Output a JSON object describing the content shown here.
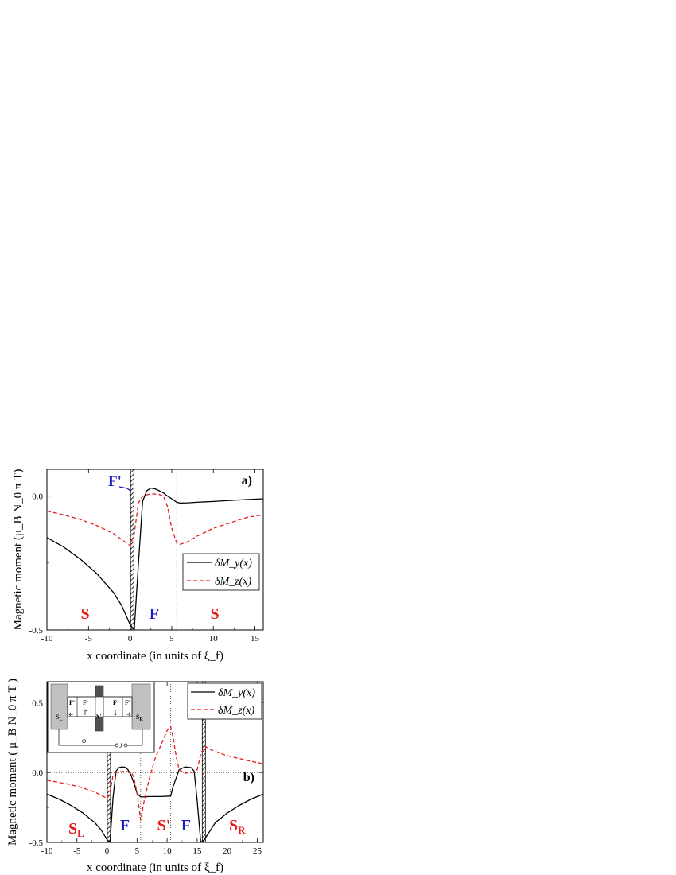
{
  "chart_data": [
    {
      "type": "line",
      "panel_label": "a)",
      "xlabel": "x coordinate (in units of ξ_f)",
      "ylabel": "Magnetic moment (μ_B N_0 π T)",
      "xlim": [
        -10,
        16
      ],
      "ylim": [
        -0.5,
        0.1
      ],
      "xticks": [
        -10,
        -5,
        0,
        5,
        10,
        15
      ],
      "xtick_labels": [
        "-10",
        "-5",
        "0",
        "5",
        "10",
        "15"
      ],
      "yticks": [
        0.0,
        -0.5
      ],
      "ytick_labels": [
        "0.0",
        "-0.5"
      ],
      "hatched_barriers": [
        [
          0.05,
          0.45
        ]
      ],
      "dotted_vertical_lines": [
        5.6
      ],
      "dotted_zero_line": true,
      "legend_position": "center-right",
      "region_labels": [
        {
          "text": "S",
          "x": -5.2,
          "y": -0.45,
          "color": "#e8191c"
        },
        {
          "text": "F",
          "x": 2.8,
          "y": -0.45,
          "color": "#1d1dc8"
        },
        {
          "text": "S",
          "x": 9.8,
          "y": -0.45,
          "color": "#e8191c"
        }
      ],
      "layer_label": {
        "text": "F'",
        "x": -1.6,
        "y": 0.07,
        "color": "#1d1dc8"
      },
      "series": [
        {
          "name": "δM_y(x)",
          "color": "#000000",
          "style": "solid",
          "x": [
            -10,
            -8,
            -6,
            -4,
            -2,
            -1,
            0,
            0.5,
            1.0,
            1.5,
            2.0,
            2.5,
            3.0,
            3.5,
            4.0,
            4.5,
            5.0,
            5.6,
            6.0,
            7.0,
            8.0,
            10.0,
            12.0,
            14.0,
            16.0
          ],
          "y": [
            -0.155,
            -0.19,
            -0.235,
            -0.29,
            -0.36,
            -0.41,
            -0.48,
            -0.5,
            -0.25,
            -0.02,
            0.02,
            0.03,
            0.027,
            0.02,
            0.012,
            0.0,
            -0.01,
            -0.023,
            -0.026,
            -0.025,
            -0.023,
            -0.02,
            -0.016,
            -0.013,
            -0.01
          ]
        },
        {
          "name": "δM_z(x)",
          "color": "#e8191c",
          "style": "dashed",
          "x": [
            -10,
            -8,
            -6,
            -4,
            -2,
            0,
            0.5,
            1.0,
            1.5,
            2.0,
            2.5,
            3.0,
            3.5,
            4.0,
            4.5,
            5.0,
            5.6,
            6.0,
            7.0,
            8.0,
            10.0,
            12.0,
            14.0,
            16.0
          ],
          "y": [
            -0.056,
            -0.07,
            -0.087,
            -0.11,
            -0.14,
            -0.185,
            -0.14,
            -0.025,
            0.0,
            0.005,
            0.008,
            0.008,
            0.006,
            0.0,
            -0.04,
            -0.12,
            -0.175,
            -0.18,
            -0.17,
            -0.15,
            -0.12,
            -0.1,
            -0.08,
            -0.07
          ]
        }
      ]
    },
    {
      "type": "line",
      "panel_label": "b)",
      "xlabel": "x coordinate (in units of ξ_f)",
      "ylabel": "Magnetic moment ( μ_B N_0 π T )",
      "xlim": [
        -10,
        26
      ],
      "ylim": [
        -0.5,
        0.65
      ],
      "xticks": [
        -10,
        -5,
        0,
        5,
        10,
        15,
        20,
        25
      ],
      "xtick_labels": [
        "-10",
        "-5",
        "0",
        "5",
        "10",
        "15",
        "20",
        "25"
      ],
      "yticks": [
        0.5,
        0.0,
        -0.5
      ],
      "ytick_labels": [
        "0.5",
        "0.0",
        "-0.5"
      ],
      "hatched_barriers": [
        [
          0.05,
          0.45
        ],
        [
          15.85,
          16.25
        ]
      ],
      "dotted_vertical_lines": [
        5.6,
        10.6
      ],
      "dotted_zero_line": true,
      "legend_position": "top-right",
      "region_labels": [
        {
          "text": "S",
          "sub": "L",
          "x": -4.6,
          "y": -0.39,
          "color": "#e8191c"
        },
        {
          "text": "F",
          "sub": "",
          "x": 2.6,
          "y": -0.39,
          "color": "#1d1dc8"
        },
        {
          "text": "S'",
          "sub": "",
          "x": 8.2,
          "y": -0.39,
          "color": "#e8191c"
        },
        {
          "text": "F",
          "sub": "",
          "x": 12.6,
          "y": -0.39,
          "color": "#1d1dc8"
        },
        {
          "text": "S",
          "sub": "R",
          "x": 21.4,
          "y": -0.39,
          "color": "#e8191c"
        }
      ],
      "inset": {
        "labels": [
          "S",
          "L",
          "F'",
          "F",
          "S'",
          "F",
          "F'",
          "S",
          "R",
          "φ",
          "J"
        ]
      },
      "series": [
        {
          "name": "δM_y(x)",
          "color": "#000000",
          "style": "solid",
          "x": [
            -10,
            -8,
            -6,
            -4,
            -2,
            -1,
            0,
            0.5,
            1.0,
            1.5,
            2.0,
            2.5,
            3.0,
            3.5,
            4.0,
            4.5,
            5.0,
            5.6,
            6.0,
            7.0,
            8.0,
            9.0,
            10.6,
            11.0,
            12.0,
            13.0,
            14.0,
            14.5,
            15.0,
            15.6,
            16.2,
            16.8,
            18.0,
            20.0,
            22.0,
            24.0,
            26.0
          ],
          "y": [
            -0.155,
            -0.19,
            -0.235,
            -0.29,
            -0.36,
            -0.41,
            -0.48,
            -0.5,
            -0.18,
            0.01,
            0.035,
            0.04,
            0.038,
            0.02,
            -0.02,
            -0.08,
            -0.15,
            -0.175,
            -0.175,
            -0.172,
            -0.172,
            -0.172,
            -0.168,
            -0.1,
            0.02,
            0.04,
            0.035,
            0.01,
            -0.2,
            -0.5,
            -0.48,
            -0.44,
            -0.36,
            -0.29,
            -0.235,
            -0.19,
            -0.155
          ]
        },
        {
          "name": "δM_z(x)",
          "color": "#e8191c",
          "style": "dashed",
          "x": [
            -10,
            -8,
            -6,
            -4,
            -2,
            0,
            0.5,
            1.0,
            1.5,
            2.0,
            3.0,
            4.0,
            4.5,
            5.0,
            5.6,
            6.2,
            7.0,
            8.0,
            9.0,
            10.0,
            10.6,
            11.0,
            11.5,
            12.0,
            13.0,
            14.0,
            14.5,
            15.0,
            15.6,
            16.2,
            17.0,
            18.0,
            20.0,
            22.0,
            24.0,
            26.0
          ],
          "y": [
            -0.056,
            -0.07,
            -0.087,
            -0.11,
            -0.14,
            -0.185,
            -0.14,
            -0.02,
            0.0,
            0.005,
            0.008,
            0.005,
            -0.04,
            -0.15,
            -0.34,
            -0.2,
            -0.05,
            0.1,
            0.2,
            0.3,
            0.33,
            0.25,
            0.12,
            0.02,
            -0.005,
            0.0,
            0.003,
            0.02,
            0.13,
            0.19,
            0.17,
            0.15,
            0.12,
            0.1,
            0.08,
            0.063
          ]
        }
      ]
    }
  ],
  "colors": {
    "red": "#e8191c",
    "blue": "#1d1dc8",
    "axis": "#000000",
    "inset_gray": "#c0c0c0",
    "inset_dark": "#505050"
  }
}
